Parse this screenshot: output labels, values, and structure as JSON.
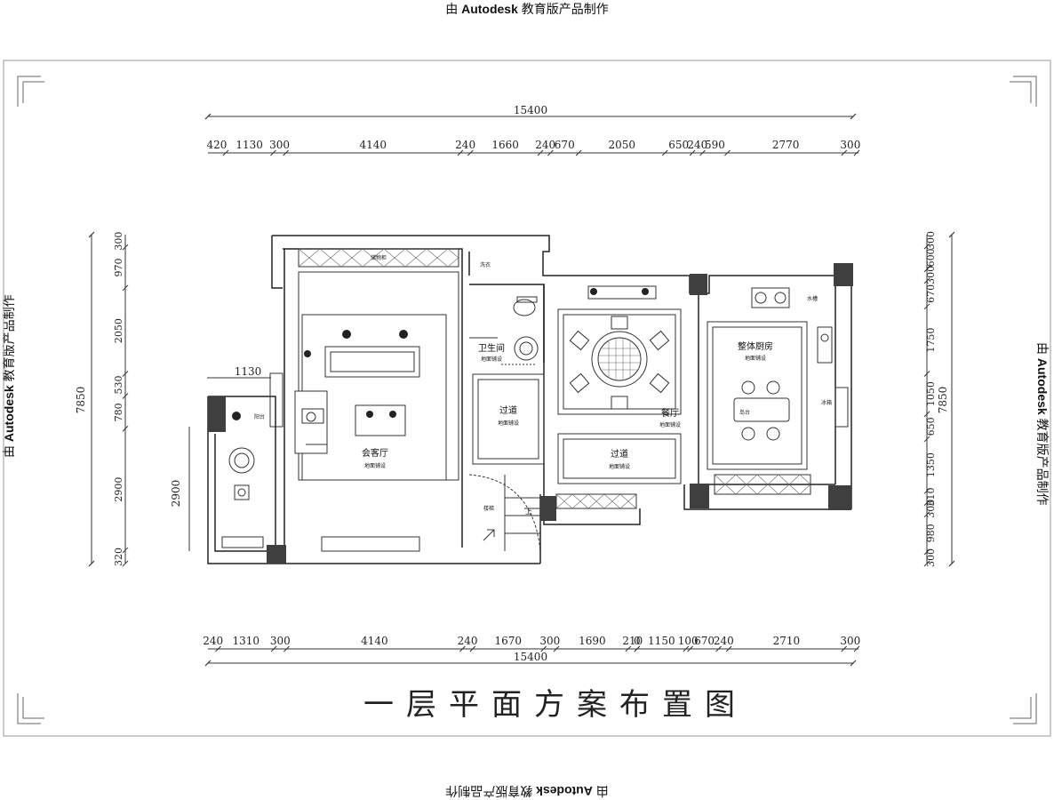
{
  "watermark": {
    "prefix": "由 ",
    "brand": "Autodesk",
    "suffix": " 教育版产品制作"
  },
  "title": "一层平面方案布置图",
  "dims": {
    "top_total": "15400",
    "top_segments": [
      "420",
      "1130",
      "300",
      "4140",
      "240",
      "1660",
      "240",
      "670",
      "2050",
      "650",
      "240",
      "590",
      "2770",
      "300"
    ],
    "bottom_total": "15400",
    "bottom_segments": [
      "240",
      "1310",
      "300",
      "4140",
      "240",
      "1670",
      "300",
      "1690",
      "210",
      "0",
      "1150",
      "100",
      "670",
      "240",
      "2710",
      "300"
    ],
    "left_total": "7850",
    "left_segments": [
      "300",
      "970",
      "2050",
      "530",
      "780",
      "2900",
      "320"
    ],
    "left_inner_2900": "2900",
    "left_inner_1130": "1130",
    "right_total": "7850",
    "right_segments": [
      "300",
      "600",
      "300",
      "670",
      "1750",
      "1050",
      "650",
      "1350",
      "310",
      "300",
      "980",
      "300"
    ]
  },
  "rooms": {
    "living_room": "会客厅",
    "bathroom": "卫生间",
    "corridor_1": "过道",
    "corridor_2": "过道",
    "dining": "餐厅",
    "kitchen": "整体厨房"
  },
  "notes": {
    "living_sub": "地面铺设",
    "bathroom_sub": "地面铺设",
    "corridor_1_sub": "地面铺设",
    "corridor_2_sub": "地面铺设",
    "dining_sub": "地面铺设",
    "kitchen_sub": "地面铺设",
    "stair": "楼梯",
    "stair_up": "上",
    "cabinet": "储物柜",
    "washer": "洗衣",
    "balcony": "阳台",
    "fridge": "冰箱",
    "island": "岛台",
    "sink": "水槽"
  },
  "colors": {
    "line": "#222222",
    "column": "#3f3f3f",
    "dim": "#333333"
  }
}
